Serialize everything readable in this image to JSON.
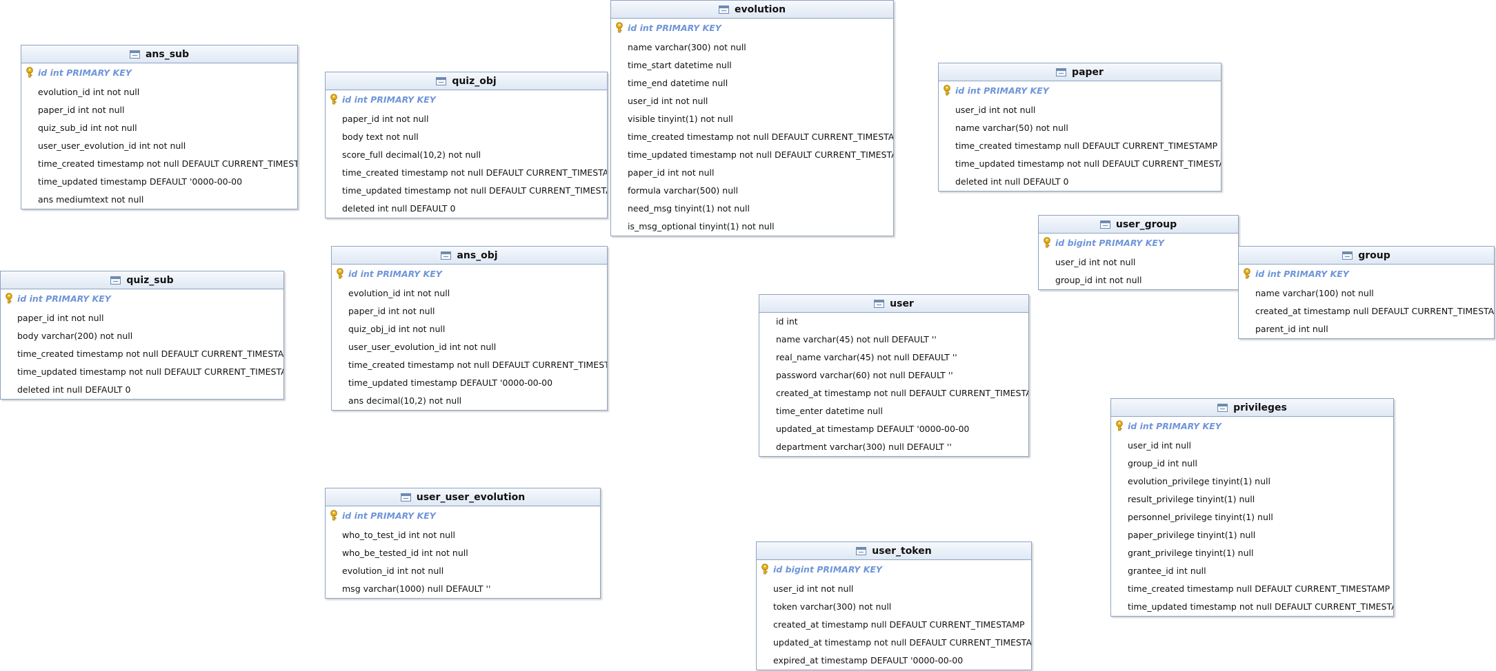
{
  "tables": {
    "ans_sub": {
      "name": "ans_sub",
      "pk": "id int PRIMARY KEY",
      "columns": [
        "evolution_id int not null",
        "paper_id int not null",
        "quiz_sub_id int not null",
        "user_user_evolution_id int not null",
        "time_created timestamp not null DEFAULT CURRENT_TIMESTAMP",
        "time_updated timestamp DEFAULT '0000-00-00",
        "ans mediumtext not null"
      ]
    },
    "quiz_obj": {
      "name": "quiz_obj",
      "pk": "id int PRIMARY KEY",
      "columns": [
        "paper_id int not null",
        "body text not null",
        "score_full decimal(10,2) not null",
        "time_created timestamp not null DEFAULT CURRENT_TIMESTAMP",
        "time_updated timestamp not null DEFAULT CURRENT_TIMESTAMP",
        "deleted int null DEFAULT 0"
      ]
    },
    "evolution": {
      "name": "evolution",
      "pk": "id int PRIMARY KEY",
      "columns": [
        "name varchar(300) not null",
        "time_start datetime null",
        "time_end datetime null",
        "user_id int not null",
        "visible tinyint(1) not null",
        "time_created timestamp not null DEFAULT CURRENT_TIMESTAMP",
        "time_updated timestamp not null DEFAULT CURRENT_TIMESTAMP",
        "paper_id int not null",
        "formula varchar(500) null",
        "need_msg tinyint(1) not null",
        "is_msg_optional tinyint(1) not null"
      ]
    },
    "paper": {
      "name": "paper",
      "pk": "id int PRIMARY KEY",
      "columns": [
        "user_id int not null",
        "name varchar(50) not null",
        "time_created timestamp null DEFAULT CURRENT_TIMESTAMP",
        "time_updated timestamp not null DEFAULT CURRENT_TIMESTAMP",
        "deleted int null DEFAULT 0"
      ]
    },
    "user_group": {
      "name": "user_group",
      "pk": "id bigint PRIMARY KEY",
      "columns": [
        "user_id int not null",
        "group_id int not null"
      ]
    },
    "group": {
      "name": "group",
      "pk": "id int PRIMARY KEY",
      "columns": [
        "name varchar(100) not null",
        "created_at timestamp null DEFAULT CURRENT_TIMESTAMP",
        "parent_id int null"
      ]
    },
    "quiz_sub": {
      "name": "quiz_sub",
      "pk": "id int PRIMARY KEY",
      "columns": [
        "paper_id int not null",
        "body varchar(200) not null",
        "time_created timestamp not null DEFAULT CURRENT_TIMESTAMP",
        "time_updated timestamp not null DEFAULT CURRENT_TIMESTAMP",
        "deleted int null DEFAULT 0"
      ]
    },
    "ans_obj": {
      "name": "ans_obj",
      "pk": "id int PRIMARY KEY",
      "columns": [
        "evolution_id int not null",
        "paper_id int not null",
        "quiz_obj_id int not null",
        "user_user_evolution_id int not null",
        "time_created timestamp not null DEFAULT CURRENT_TIMESTAMP",
        "time_updated timestamp DEFAULT '0000-00-00",
        "ans decimal(10,2) not null"
      ]
    },
    "user": {
      "name": "user",
      "pk": "",
      "columns": [
        "id int",
        "name varchar(45) not null DEFAULT ''",
        "real_name varchar(45) not null DEFAULT ''",
        "password varchar(60) not null DEFAULT ''",
        "created_at timestamp not null DEFAULT CURRENT_TIMESTAMP",
        "time_enter datetime null",
        "updated_at timestamp DEFAULT '0000-00-00",
        "department varchar(300) null DEFAULT ''"
      ]
    },
    "privileges": {
      "name": "privileges",
      "pk": "id int PRIMARY KEY",
      "columns": [
        "user_id int null",
        "group_id int null",
        "evolution_privilege tinyint(1) null",
        "result_privilege tinyint(1) null",
        "personnel_privilege tinyint(1) null",
        "paper_privilege tinyint(1) null",
        "grant_privilege tinyint(1) null",
        "grantee_id int null",
        "time_created timestamp null DEFAULT CURRENT_TIMESTAMP",
        "time_updated timestamp not null DEFAULT CURRENT_TIMESTAMP"
      ]
    },
    "user_user_evolution": {
      "name": "user_user_evolution",
      "pk": "id int PRIMARY KEY",
      "columns": [
        "who_to_test_id int not null",
        "who_be_tested_id int not null",
        "evolution_id int not null",
        "msg varchar(1000) null DEFAULT ''"
      ]
    },
    "user_token": {
      "name": "user_token",
      "pk": "id bigint PRIMARY KEY",
      "columns": [
        "user_id int not null",
        "token varchar(300) not null",
        "created_at timestamp null DEFAULT CURRENT_TIMESTAMP",
        "updated_at timestamp not null DEFAULT CURRENT_TIMESTAMP",
        "expired_at timestamp DEFAULT '0000-00-00"
      ]
    }
  }
}
